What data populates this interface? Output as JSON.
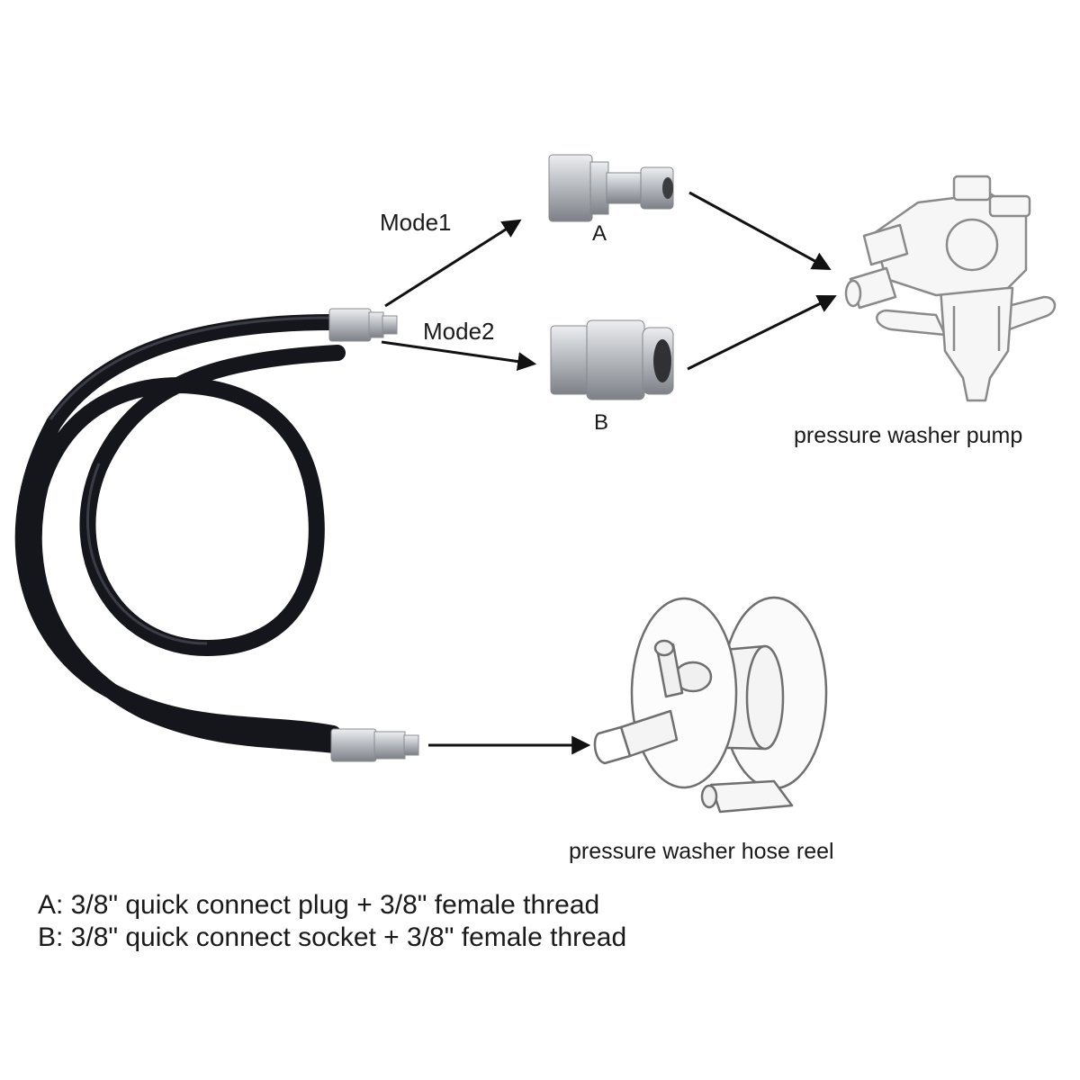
{
  "labels": {
    "mode1": "Mode1",
    "mode2": "Mode2",
    "fitting_a": "A",
    "fitting_b": "B",
    "pump": "pressure washer pump",
    "reel": "pressure washer hose reel"
  },
  "legend": [
    "A: 3/8\" quick connect plug + 3/8\" female thread",
    "B: 3/8\" quick connect socket + 3/8\" female thread"
  ],
  "colors": {
    "hose": "#15161c",
    "metal": "#c4c6ca",
    "arrow": "#111111",
    "line_art": "#8a8a8a"
  }
}
